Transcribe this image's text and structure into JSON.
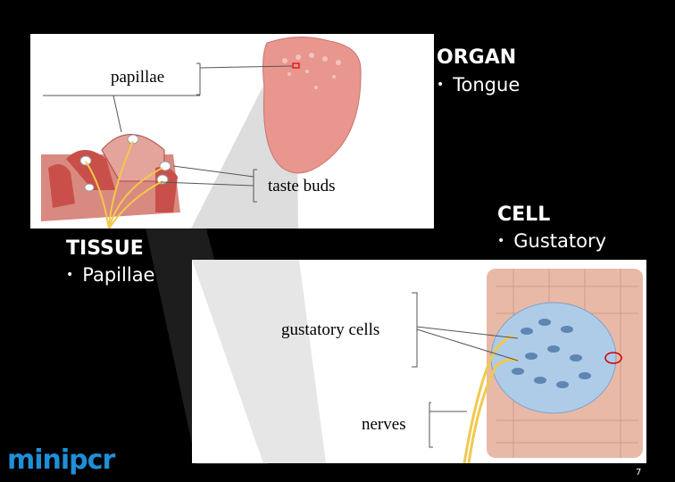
{
  "organ": {
    "heading": "ORGAN",
    "item": "Tongue"
  },
  "cell": {
    "heading": "CELL",
    "item": "Gustatory"
  },
  "tissue": {
    "heading": "TISSUE",
    "item": "Papillae"
  },
  "labels": {
    "papillae": "papillae",
    "taste_buds": "taste buds",
    "gustatory_cells": "gustatory cells",
    "nerves": "nerves"
  },
  "logo": {
    "text": "minipcr"
  },
  "page_number": "7",
  "colors": {
    "background": "#000000",
    "tongue": "#e8968e",
    "tissue": "#c9504a",
    "nerve": "#f2c94c",
    "taste_bud": "#aecbe8",
    "logo": "#1e8fd8"
  }
}
